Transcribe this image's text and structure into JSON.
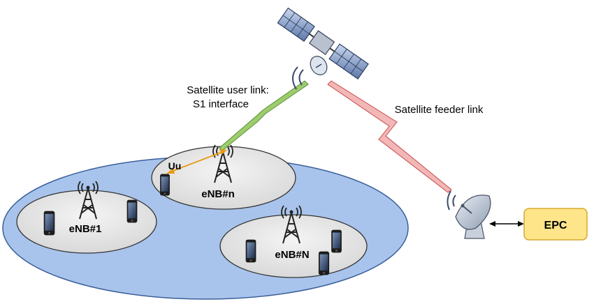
{
  "labels": {
    "user_link_line1": "Satellite user link:",
    "user_link_line2": "S1 interface",
    "feeder_link": "Satellite feeder link",
    "uu": "Uu",
    "enb_n_small": "eNB#n",
    "enb_1": "eNB#1",
    "enb_n_big": "eNB#N",
    "epc": "EPC"
  },
  "colors": {
    "user_link": "#9ccc6c",
    "feeder_link": "#f2b7b7",
    "coverage": "#a9c4ec",
    "cell": "#e6e6e6",
    "epc_fill": "#ffe58a",
    "epc_stroke": "#d6a82e",
    "uu_arrow": "#e89a10"
  },
  "icons": [
    "satellite-icon",
    "cell-tower-icon",
    "smartphone-icon",
    "satellite-dish-icon"
  ]
}
